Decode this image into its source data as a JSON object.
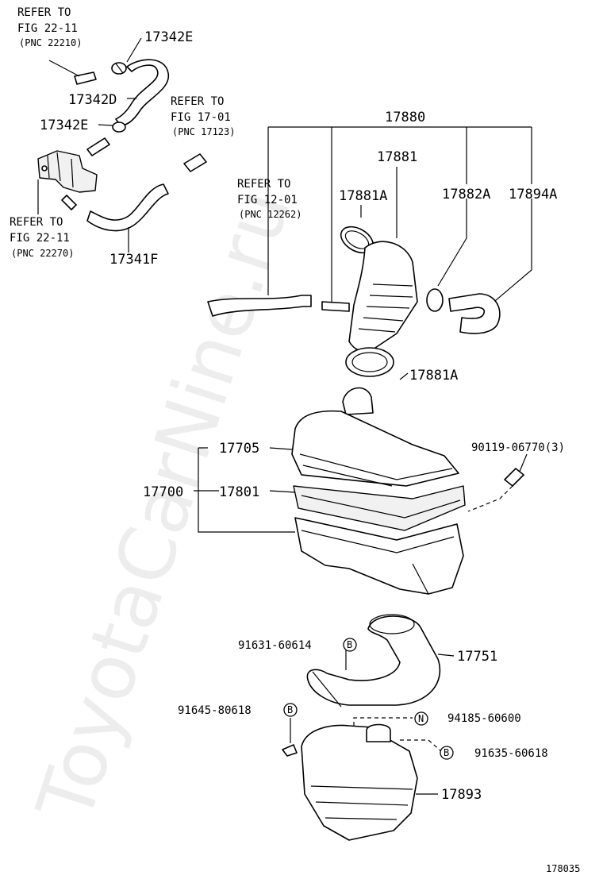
{
  "watermark": "ToyotaCarNine.ru",
  "figure_number": "178035",
  "refs": {
    "r1": {
      "line1": "REFER TO",
      "line2": "FIG 22-11",
      "line3": "(PNC 22210)"
    },
    "r2": {
      "line1": "REFER TO",
      "line2": "FIG 17-01",
      "line3": "(PNC 17123)"
    },
    "r3": {
      "line1": "REFER TO",
      "line2": "FIG 22-11",
      "line3": "(PNC 22270)"
    },
    "r4": {
      "line1": "REFER TO",
      "line2": "FIG 12-01",
      "line3": "(PNC 12262)"
    }
  },
  "parts": {
    "p17342E_a": "17342E",
    "p17342D": "17342D",
    "p17342E_b": "17342E",
    "p17341F": "17341F",
    "p17880": "17880",
    "p17881": "17881",
    "p17881A_a": "17881A",
    "p17882A": "17882A",
    "p17894A": "17894A",
    "p17881A_b": "17881A",
    "p17705": "17705",
    "p17700": "17700",
    "p17801": "17801",
    "p90119": "90119-06770(3)",
    "p91631": "91631-60614",
    "p17751": "17751",
    "p91645": "91645-80618",
    "p94185": "94185-60600",
    "p91635": "91635-60618",
    "p17893": "17893"
  },
  "symbols": {
    "b1": "B",
    "b2": "B",
    "b3": "B",
    "n1": "N"
  }
}
